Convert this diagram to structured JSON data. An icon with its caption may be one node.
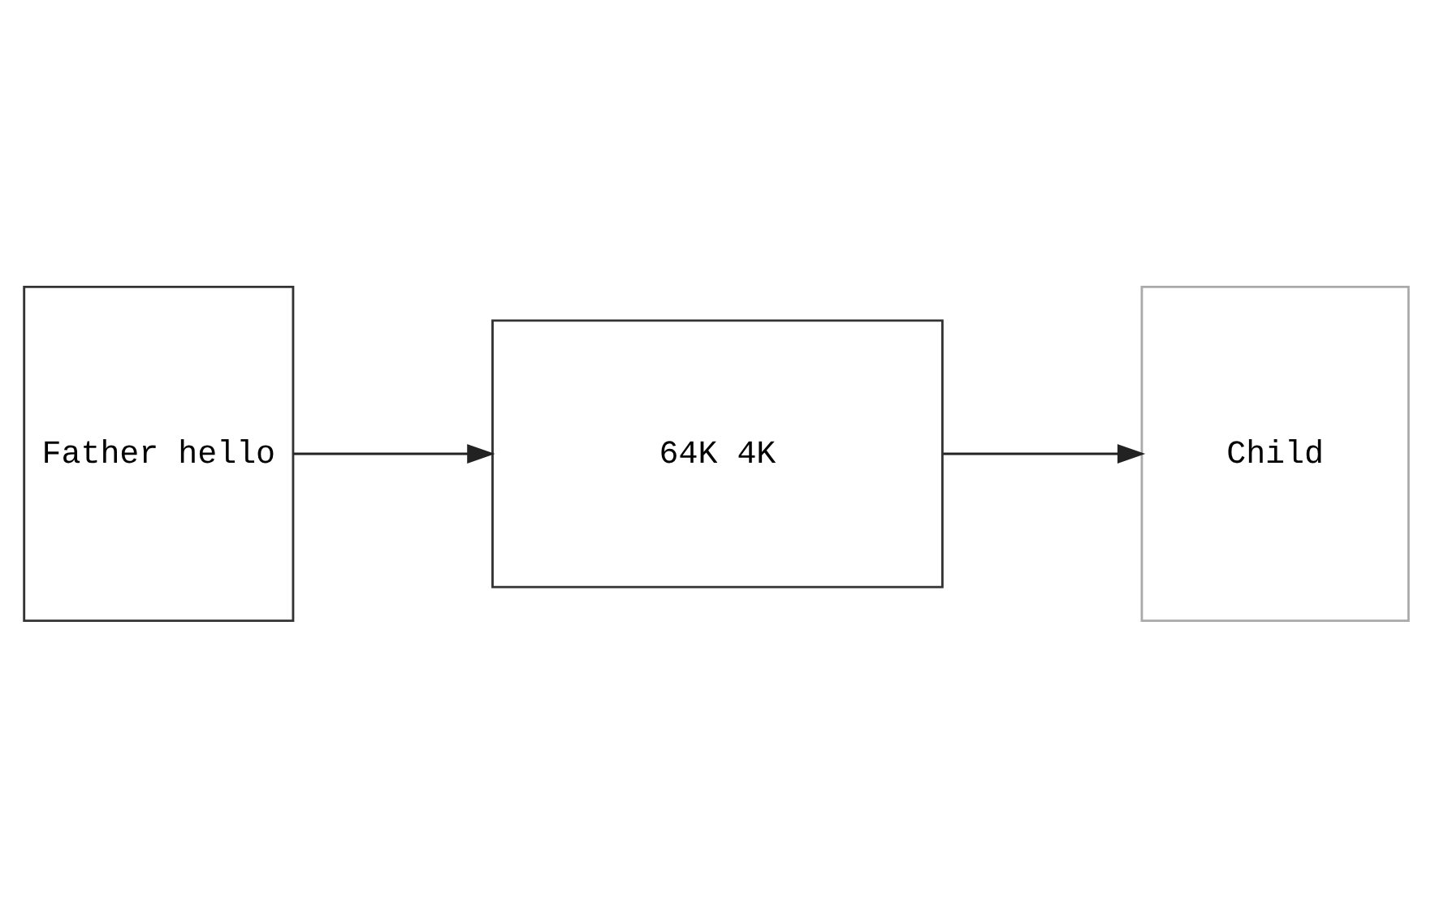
{
  "diagram": {
    "nodes": [
      {
        "text": [
          "Father hello"
        ]
      },
      {
        "text": [
          "64K 4K"
        ]
      },
      {
        "text": [
          "Child"
        ]
      }
    ],
    "edges": [
      {
        "from": 0,
        "to": 1,
        "arrow": "to"
      },
      {
        "from": 1,
        "to": 2,
        "arrow": "to"
      }
    ]
  }
}
